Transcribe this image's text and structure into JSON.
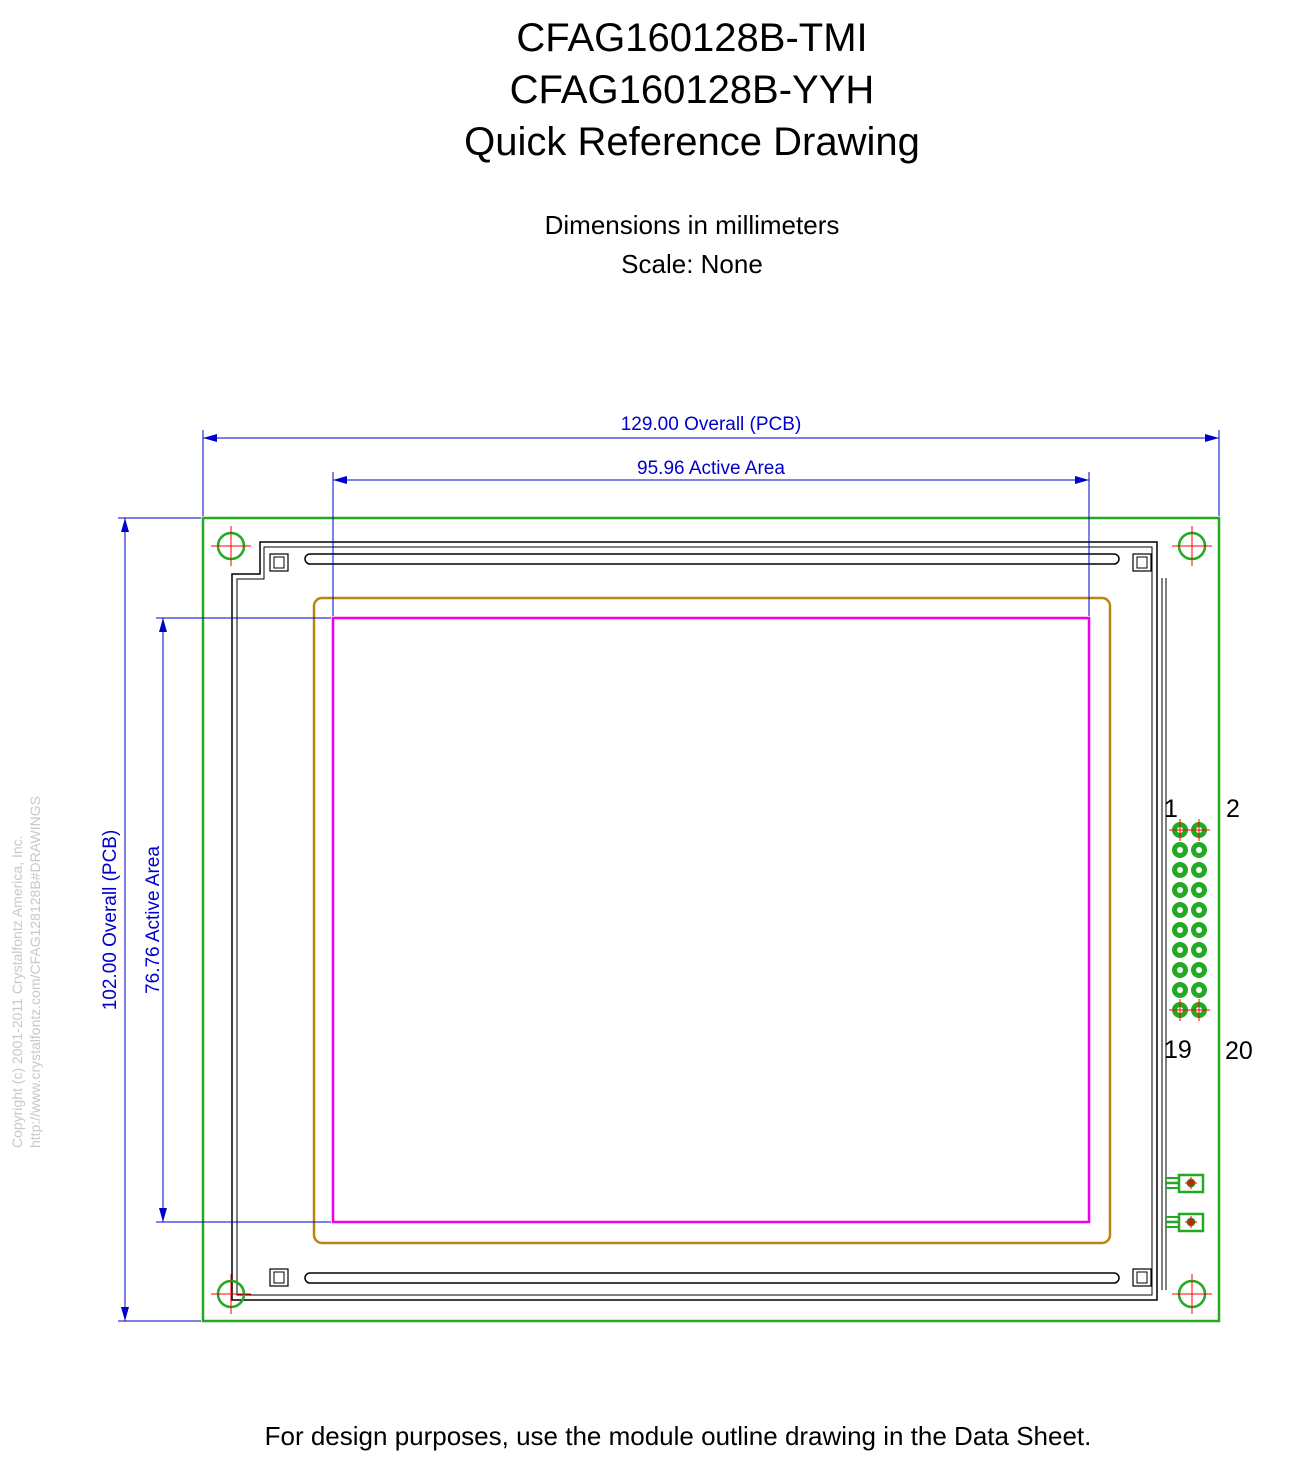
{
  "title": {
    "line1": "CFAG160128B-TMI",
    "line2": "CFAG160128B-YYH",
    "line3": "Quick Reference Drawing"
  },
  "subtitle": {
    "units": "Dimensions in millimeters",
    "scale": "Scale: None"
  },
  "dimensions": {
    "overall_width": "129.00 Overall (PCB)",
    "active_width": "95.96 Active Area",
    "overall_height": "102.00 Overall (PCB)",
    "active_height": "76.76 Active Area"
  },
  "pins": {
    "top_left": "1",
    "top_right": "2",
    "bottom_left": "19",
    "bottom_right": "20"
  },
  "footer": "For design purposes, use the module outline drawing in the Data Sheet.",
  "copyright": {
    "line1": "Copyright (c) 2001-2011 Crystalfontz America, Inc.",
    "line2": "http://www.crystalfontz.com/CFAG128128B#DRAWINGS"
  },
  "colors": {
    "pcb_outline": "#22aa22",
    "dimension": "#0000cc",
    "active_area": "#ee00ee",
    "viewing_area": "#b8860b",
    "bezel": "#000000",
    "hole_center": "#ff0000",
    "pad": "#22aa22"
  }
}
